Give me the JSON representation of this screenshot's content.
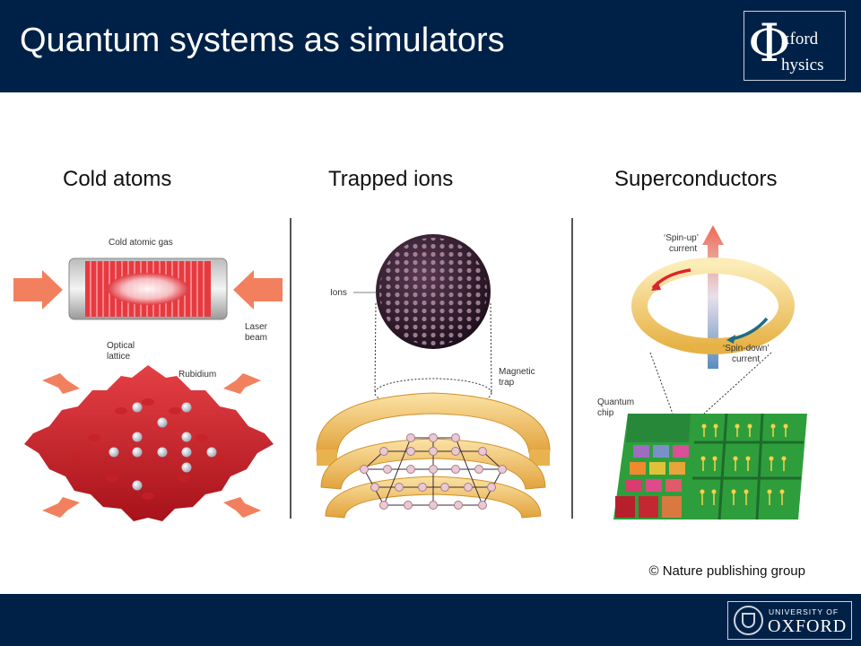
{
  "header": {
    "title": "Quantum systems as simulators",
    "logo": {
      "symbol": "Φ",
      "line1": "xford",
      "line2": "hysics"
    }
  },
  "columns": [
    {
      "heading": "Cold atoms",
      "labels": {
        "gas": "Cold atomic gas",
        "laser1": "Laser",
        "laser2": "beam",
        "lattice1": "Optical",
        "lattice2": "lattice",
        "rubidium": "Rubidium"
      }
    },
    {
      "heading": "Trapped ions",
      "labels": {
        "ions": "Ions",
        "trap1": "Magnetic",
        "trap2": "trap"
      }
    },
    {
      "heading": "Superconductors",
      "labels": {
        "up1": "‘Spin-up’",
        "up2": "current",
        "down1": "‘Spin-down’",
        "down2": "current",
        "chip1": "Quantum",
        "chip2": "chip"
      }
    }
  ],
  "credit": "© Nature publishing group",
  "footer": {
    "university_line": "UNIVERSITY OF",
    "name": "OXFORD"
  },
  "colors": {
    "navy": "#002147",
    "red": "#d8262b",
    "gold": "#f0c463",
    "green": "#2e9e3c"
  }
}
